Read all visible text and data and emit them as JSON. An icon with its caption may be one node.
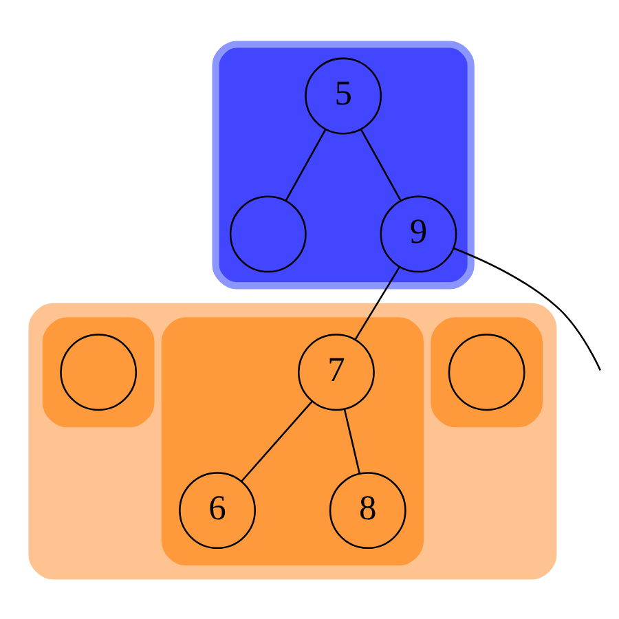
{
  "diagram": {
    "nodes": [
      {
        "text": [],
        "shape": "box"
      },
      {
        "text": [
          "5"
        ],
        "in": 0
      },
      {
        "text": [],
        "shape": "circle",
        "in": 0
      },
      {
        "text": [
          "9"
        ],
        "in": 0
      },
      {
        "text": [],
        "shape": "box"
      },
      {
        "text": [],
        "shape": "box",
        "in": 4
      },
      {
        "text": [],
        "shape": "circle",
        "in": 5
      },
      {
        "text": [],
        "shape": "box",
        "in": 4
      },
      {
        "text": [
          "7"
        ],
        "in": 7
      },
      {
        "text": [
          "6"
        ],
        "in": 7
      },
      {
        "text": [
          "8"
        ],
        "in": 7
      },
      {
        "text": [],
        "shape": "box",
        "in": 4
      },
      {
        "text": [],
        "shape": "circle",
        "in": 11
      }
    ],
    "edges": [
      {
        "from": 1,
        "to": 2,
        "arrow": "none"
      },
      {
        "from": 1,
        "to": 3,
        "arrow": "none"
      },
      {
        "from": 3,
        "to": 8,
        "arrow": "none"
      },
      {
        "from": 3,
        "to": null,
        "arrow": "none"
      },
      {
        "from": 8,
        "to": 9,
        "arrow": "none"
      },
      {
        "from": 8,
        "to": 10,
        "arrow": "none"
      }
    ]
  }
}
